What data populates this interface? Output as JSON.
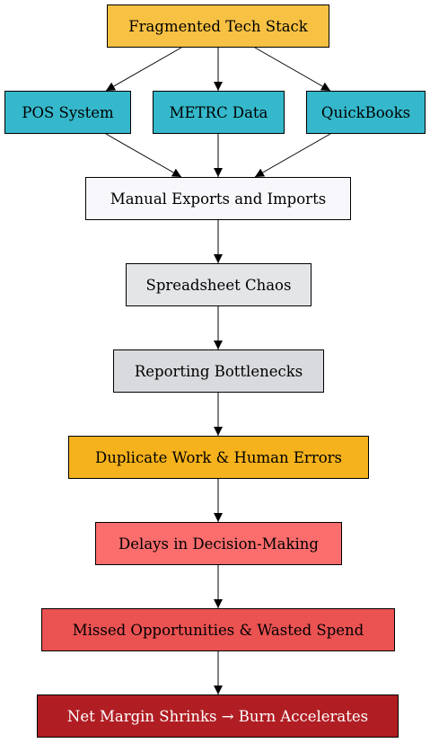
{
  "nodes": {
    "stack": {
      "label": "Fragmented Tech Stack",
      "fill": "#F7C143",
      "text_color": "#000000"
    },
    "pos": {
      "label": "POS System",
      "fill": "#35B8CB",
      "text_color": "#000000"
    },
    "metrc": {
      "label": "METRC Data",
      "fill": "#35B8CB",
      "text_color": "#000000"
    },
    "qb": {
      "label": "QuickBooks",
      "fill": "#35B8CB",
      "text_color": "#000000"
    },
    "manual": {
      "label": "Manual Exports and Imports",
      "fill": "#F8F8FC",
      "text_color": "#000000"
    },
    "sheet": {
      "label": "Spreadsheet Chaos",
      "fill": "#E4E5E7",
      "text_color": "#000000"
    },
    "report": {
      "label": "Reporting Bottlenecks",
      "fill": "#D9DADD",
      "text_color": "#000000"
    },
    "dup": {
      "label": "Duplicate Work & Human Errors",
      "fill": "#F5B21C",
      "text_color": "#000000"
    },
    "delays": {
      "label": "Delays in Decision-Making",
      "fill": "#FC6D6D",
      "text_color": "#000000"
    },
    "missed": {
      "label": "Missed Opportunities & Wasted Spend",
      "fill": "#EB5252",
      "text_color": "#000000"
    },
    "net": {
      "label": "Net Margin Shrinks → Burn Accelerates",
      "fill": "#B01E24",
      "text_color": "#FFFFFF"
    }
  },
  "edge_color": "#000000"
}
